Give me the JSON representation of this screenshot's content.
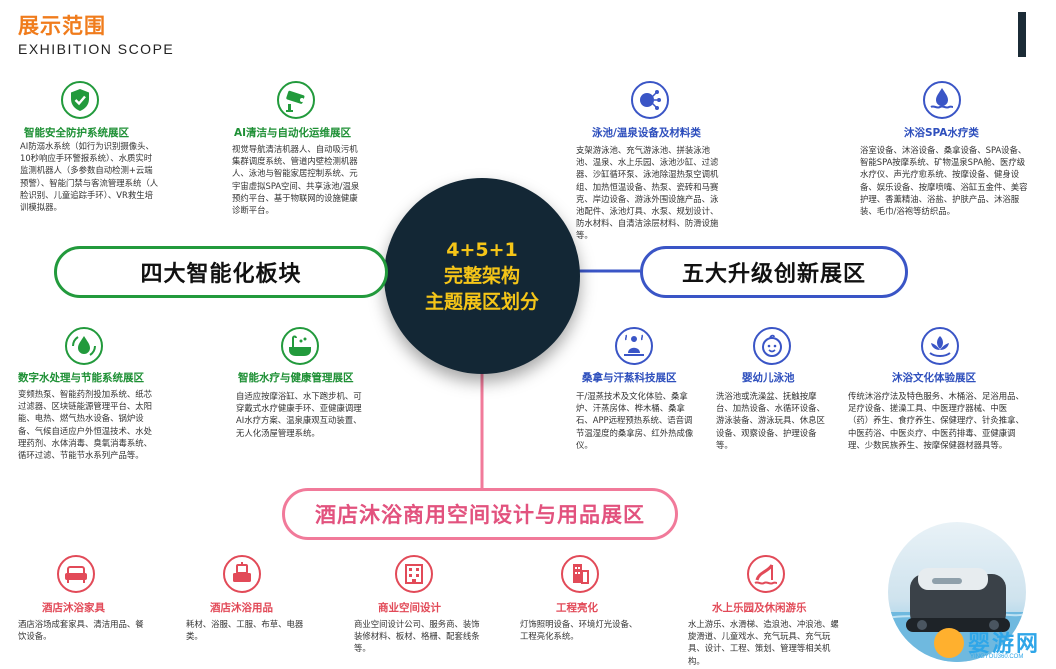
{
  "header": {
    "title": "展示范围",
    "subtitle": "EXHIBITION SCOPE"
  },
  "hub": {
    "lines": [
      "4+5+1",
      "完整架构",
      "主题展区划分"
    ]
  },
  "colors": {
    "green": "#229a3c",
    "blue": "#3a55c6",
    "pink": "#f17a9a",
    "orange": "#f07c1c",
    "navy": "#132735",
    "gold": "#f5c518"
  },
  "pillars": {
    "green": "四大智能化板块",
    "blue": "五大升级创新展区",
    "pink": "酒店沐浴商用空间设计与用品展区"
  },
  "green_sections": [
    {
      "icon": "shield-check-icon",
      "title": "智能安全防护系统展区",
      "desc": "AI防溺水系统（如行为识别摄像头、10秒响应手环警报系统）、水质实时监测机器人（多参数自动检测+云端预警）、智能门禁与客流管理系统（人脸识别、儿童追踪手环）、VR救生培训模拟器。"
    },
    {
      "icon": "robot-camera-icon",
      "title": "AI清洁与自动化运维展区",
      "desc": "视觉导航清洁机器人、自动吸污机集群调度系统、管道内壁检测机器人、泳池与智能家居控制系统、元宇宙虚拟SPA空间、共享泳池/温泉预约平台、基于物联网的设施健康诊断平台。"
    },
    {
      "icon": "water-recycle-icon",
      "title": "数字水处理与节能系统展区",
      "desc": "变频热泵、智能药剂投加系统、纸芯过滤器、区块链能源管理平台、太阳能、电热、燃气热水设备、锅炉设备、气候自适应户外恒温技术、水处理药剂、水体消毒、臭氧消毒系统、循环过滤、节能节水系列产品等。"
    },
    {
      "icon": "bathtub-icon",
      "title": "智能水疗与健康管理展区",
      "desc": "自适应按摩浴缸、水下跑步机、可穿戴式水疗健康手环、亚健康调理AI水疗方案、温泉康观互动装置、无人化汤屋管理系统。"
    }
  ],
  "blue_sections": [
    {
      "icon": "pool-materials-icon",
      "title": "泳池/温泉设备及材料类",
      "desc": "支架游泳池、充气游泳池、拼装泳池池、温泉、水上乐园、泳池沙缸、过滤器、沙缸循环泵、泳池除湿热泵空调机组、加热恒温设备、热泵、瓷砖和马赛克、岸边设备、游泳外围设施产品、泳池配件、泳池灯具、水泵、规划设计、防水材料、自清洁涂层材料、防滑设施等。"
    },
    {
      "icon": "spa-water-drop-icon",
      "title": "沐浴SPA水疗类",
      "desc": "浴室设备、沐浴设备、桑拿设备、SPA设备、智能SPA按摩系统、矿物温泉SPA舱、医疗级水疗仪、声光疗愈系统、按摩设备、健身设备、娱乐设备、按摩喷嘴、浴缸五金件、美容护理、香薰精油、浴盐、护肤产品、沐浴服装、毛巾/浴袍等纺织品。"
    },
    {
      "icon": "sauna-meditation-icon",
      "title": "桑拿与汗蒸科技展区",
      "desc": "干/湿蒸技术及文化体验、桑拿炉、汗蒸房体、桦木桶、桑拿石、APP远程预热系统、语音调节温湿度的桑拿房、红外热成像仪。"
    },
    {
      "icon": "baby-face-icon",
      "title": "婴幼儿泳池",
      "desc": "洗浴池或洗澡盆、抚触按摩台、加热设备、水循环设备、游泳装备、游泳玩具、休息区设备、观察设备、护理设备等。"
    },
    {
      "icon": "lotus-hands-icon",
      "title": "沐浴文化体验展区",
      "desc": "传统沐浴疗法及特色服务、木桶浴、足浴用品、足疗设备、搓澡工具、中医理疗器械、中医（药）养生、食疗养生、保健理疗、针灸推拿、中医药浴、中医炎疗、中医药排毒、亚健康调理、少数民族养生、按摩保健器材器具等。"
    }
  ],
  "pink_sections": [
    {
      "icon": "sofa-icon",
      "title": "酒店沐浴家具",
      "desc": "酒店浴场成套家具、清洁用品、餐饮设备。"
    },
    {
      "icon": "bath-supplies-icon",
      "title": "酒店沐浴用品",
      "desc": "耗材、浴服、工服、布草、电器类。"
    },
    {
      "icon": "building-icon",
      "title": "商业空间设计",
      "desc": "商业空间设计公司、服务商、装饰装修材料、板材、格栅、配套线条等。"
    },
    {
      "icon": "lighting-building-icon",
      "title": "工程亮化",
      "desc": "灯饰照明设备、环境灯光设备、工程亮化系统。"
    },
    {
      "icon": "water-park-icon",
      "title": "水上乐园及休闲游乐",
      "desc": "水上游乐、水滑梯、造浪池、冲浪池、螺旋滑道、儿童戏水、充气玩具、充气玩具、设计、工程、策划、管理等相关机构。"
    }
  ],
  "watermark": {
    "brand": "婴游网",
    "url": "YINGYOU360.COM"
  }
}
